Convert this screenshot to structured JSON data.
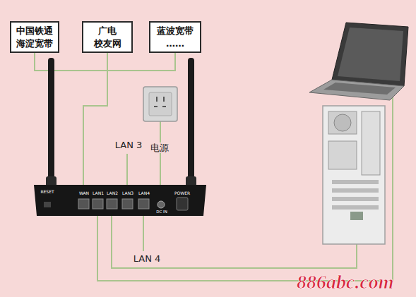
{
  "diagram": {
    "nodes": [
      {
        "text": [
          "中国铁通 海淀宽带"
        ]
      },
      {
        "text": [
          "广电 校友网"
        ]
      },
      {
        "text": [
          "蓝波宽带 ……"
        ]
      }
    ],
    "labels": [
      "RESET",
      "WAN",
      "LAN1",
      "LAN2",
      "LAN3",
      "LAN4",
      "DC IN",
      "POWER",
      "LAN 3",
      "电源",
      "LAN 4",
      "886abc.com"
    ]
  }
}
